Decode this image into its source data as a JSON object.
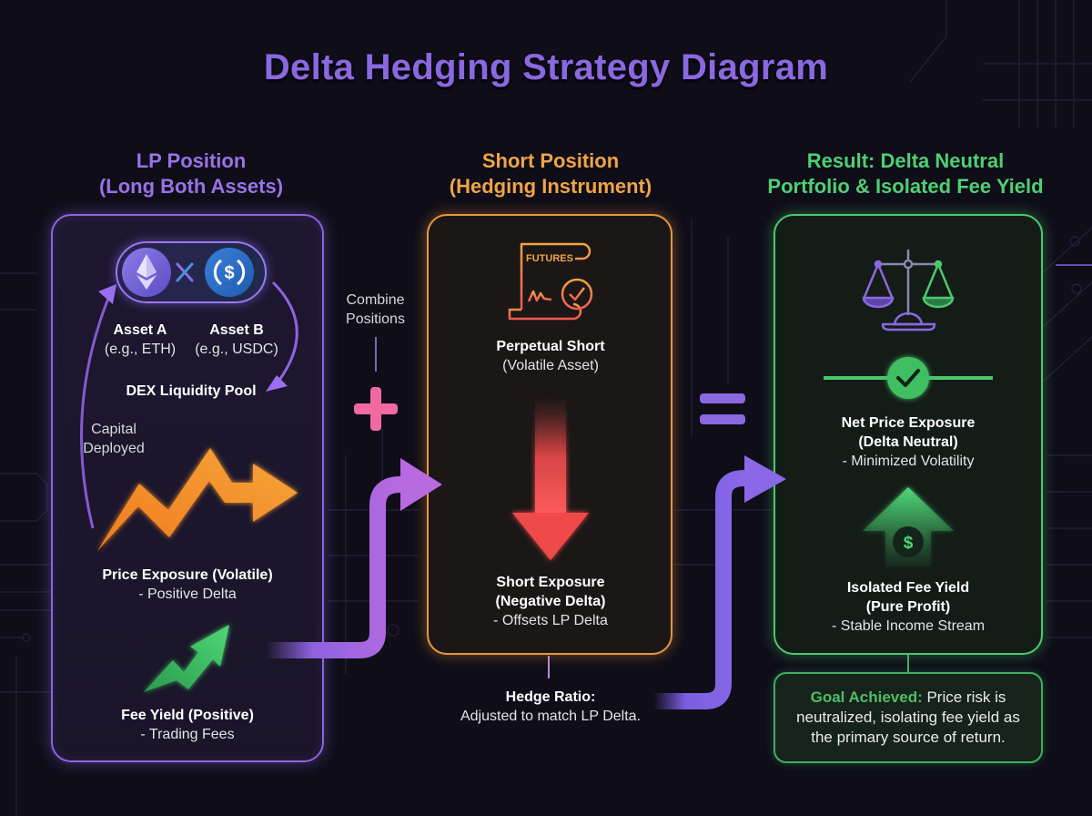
{
  "title": "Delta Hedging Strategy Diagram",
  "colors": {
    "background": "#0e0d18",
    "lp_accent": "#8f63e0",
    "short_accent": "#e9953a",
    "result_accent": "#4cc86d",
    "plus_sign": "#f06aa0",
    "equals_sign": "#8a68e0",
    "flow_arrow": "#8e62e0",
    "short_arrow": "#f04a4a",
    "price_arrow": "#f29a2e",
    "fee_arrow": "#3fcf6a"
  },
  "lp_panel": {
    "heading_line1": "LP Position",
    "heading_line2": "(Long Both Assets)",
    "asset_a": {
      "name": "Asset A",
      "example": "(e.g., ETH)",
      "icon": "ethereum-icon"
    },
    "asset_b": {
      "name": "Asset B",
      "example": "(e.g., USDC)",
      "icon": "usdc-icon"
    },
    "pool_label": "DEX Liquidity Pool",
    "capital_label_line1": "Capital",
    "capital_label_line2": "Deployed",
    "price_exposure_title": "Price Exposure (Volatile)",
    "price_exposure_sub": "- Positive Delta",
    "fee_yield_title": "Fee Yield (Positive)",
    "fee_yield_sub": "- Trading Fees"
  },
  "combine": {
    "label_line1": "Combine",
    "label_line2": "Positions",
    "operator": "+"
  },
  "short_panel": {
    "heading_line1": "Short Position",
    "heading_line2": "(Hedging Instrument)",
    "document_label": "FUTURES",
    "instrument_title": "Perpetual Short",
    "instrument_sub": "(Volatile Asset)",
    "exposure_title_line1": "Short Exposure",
    "exposure_title_line2": "(Negative Delta)",
    "exposure_sub": "- Offsets LP Delta",
    "hedge_ratio_title": "Hedge Ratio:",
    "hedge_ratio_text": "Adjusted to match LP Delta."
  },
  "equals": {
    "operator": "="
  },
  "result_panel": {
    "heading_line1": "Result: Delta Neutral",
    "heading_line2": "Portfolio & Isolated Fee Yield",
    "net_title_line1": "Net Price Exposure",
    "net_title_line2": "(Delta Neutral)",
    "net_sub": "- Minimized Volatility",
    "fee_title_line1": "Isolated Fee Yield",
    "fee_title_line2": "(Pure Profit)",
    "fee_sub": "- Stable Income Stream",
    "fee_icon_symbol": "$"
  },
  "goal": {
    "label": "Goal Achieved:",
    "text": " Price risk is neutralized, isolating fee yield as the primary source of return."
  }
}
